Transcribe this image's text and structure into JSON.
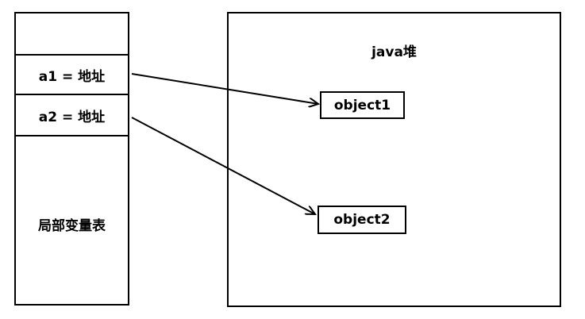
{
  "stack": {
    "label": "局部变量表",
    "slots": [
      {
        "text": ""
      },
      {
        "text": "a1 = 地址"
      },
      {
        "text": "a2 = 地址"
      }
    ]
  },
  "heap": {
    "label": "java堆",
    "objects": [
      {
        "text": "object1"
      },
      {
        "text": "object2"
      }
    ]
  },
  "links": [
    {
      "from": "a1",
      "to": "object1"
    },
    {
      "from": "a2",
      "to": "object2"
    }
  ],
  "colors": {
    "stroke": "#000000",
    "background": "#ffffff"
  }
}
